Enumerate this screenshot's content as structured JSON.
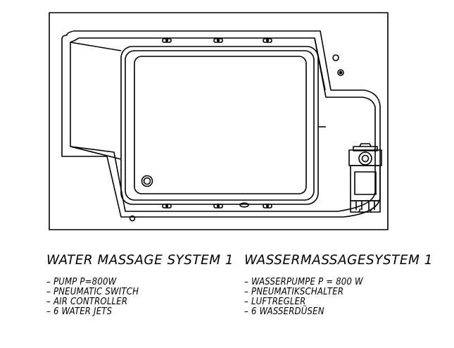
{
  "headings": {
    "en": "WATER MASSAGE SYSTEM 1",
    "de": "WASSERMASSAGESYSTEM 1"
  },
  "features_en": [
    "– PUMP P=800W",
    "– PNEUMATIC SWITCH",
    "– AIR CONTROLLER",
    "– 6 WATER JETS"
  ],
  "features_de": [
    "– WASSERPUMPE P = 800 W",
    "– PNEUMATIKSCHALTER",
    "– LUFTREGLER",
    "– 6 WASSERDÜSEN"
  ],
  "colors": {
    "line": "#000000",
    "background": "#ffffff"
  }
}
